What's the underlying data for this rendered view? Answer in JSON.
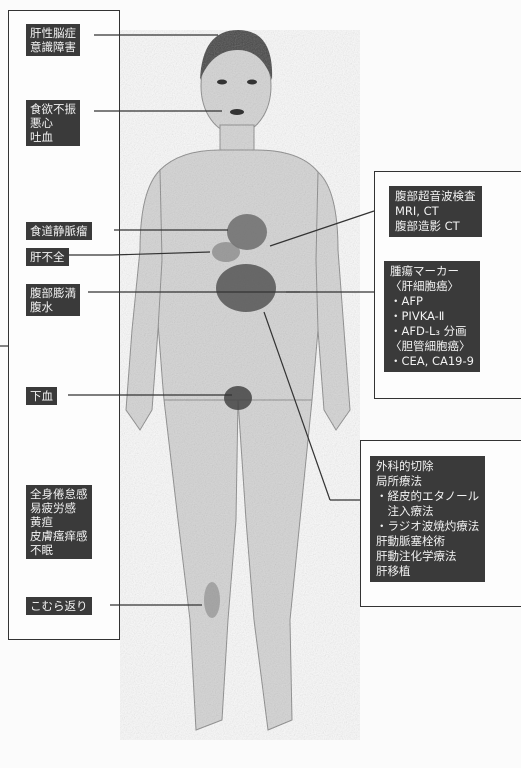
{
  "left_labels": [
    {
      "id": "liver_coma",
      "lines": [
        "肝性脳症",
        "意識障害"
      ]
    },
    {
      "id": "gi",
      "lines": [
        "食欲不振",
        "悪心",
        "吐血"
      ]
    },
    {
      "id": "varices",
      "lines": [
        "食道静脈瘤"
      ]
    },
    {
      "id": "liver_failure",
      "lines": [
        "肝不全"
      ]
    },
    {
      "id": "ascites",
      "lines": [
        "腹部膨満",
        "腹水"
      ]
    },
    {
      "id": "melena",
      "lines": [
        "下血"
      ]
    },
    {
      "id": "systemic",
      "lines": [
        "全身倦怠感",
        "易疲労感",
        "黄疸",
        "皮膚瘙痒感",
        "不眠"
      ]
    },
    {
      "id": "cramps",
      "lines": [
        "こむら返り"
      ]
    }
  ],
  "imaging": {
    "lines": [
      "腹部超音波検査",
      "MRI, CT",
      "腹部造影 CT"
    ]
  },
  "markers": {
    "lines": [
      "腫瘍マーカー",
      "〈肝細胞癌〉",
      "・AFP",
      "・PIVKA-Ⅱ",
      "・AFD-L₃ 分画",
      "〈胆管細胞癌〉",
      "・CEA, CA19-9"
    ]
  },
  "treatment": {
    "lines": [
      "外科的切除",
      "局所療法",
      "・経皮的エタノール",
      "　注入療法",
      "・ラジオ波焼灼療法",
      "肝動脈塞栓術",
      "肝動注化学療法",
      "肝移植"
    ]
  },
  "colors": {
    "label_bg": "#3a3a3a",
    "label_text": "#f2f2f2",
    "line": "#333333",
    "body": "#cfcfcf",
    "lesion": "#555555"
  }
}
